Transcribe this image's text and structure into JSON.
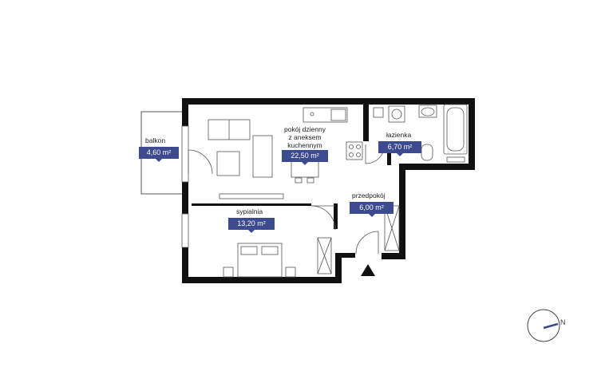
{
  "rooms": [
    {
      "name": "balkon",
      "area": "4,60 m²"
    },
    {
      "name": "pokój dzienny\nz aneksem\nkuchennym",
      "area": "22,50 m²"
    },
    {
      "name": "łazienka",
      "area": "6,70 m²"
    },
    {
      "name": "przedpokój",
      "area": "6,00 m²"
    },
    {
      "name": "sypialnia",
      "area": "13,20 m²"
    }
  ],
  "compass": {
    "label": "N"
  },
  "colors": {
    "wall": "#111111",
    "accent": "#3c4a8f",
    "line": "#555555"
  }
}
